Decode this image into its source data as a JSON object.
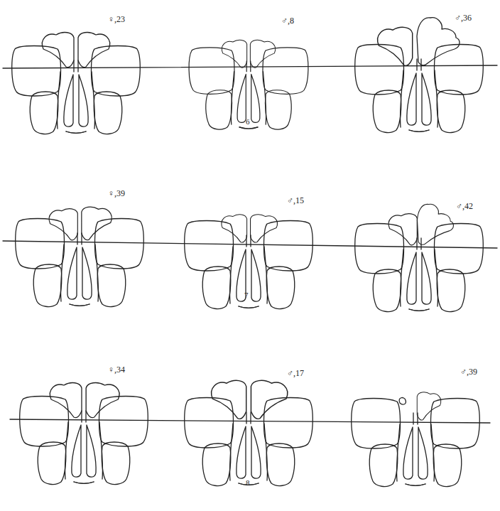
{
  "diagram": {
    "labels": [
      "♀,23",
      "♂,8",
      "♂,36",
      "6",
      "♀,39",
      "♂,15",
      "♂,42",
      "7",
      "♀,34",
      "♂,17",
      "♂,39",
      "8"
    ]
  }
}
